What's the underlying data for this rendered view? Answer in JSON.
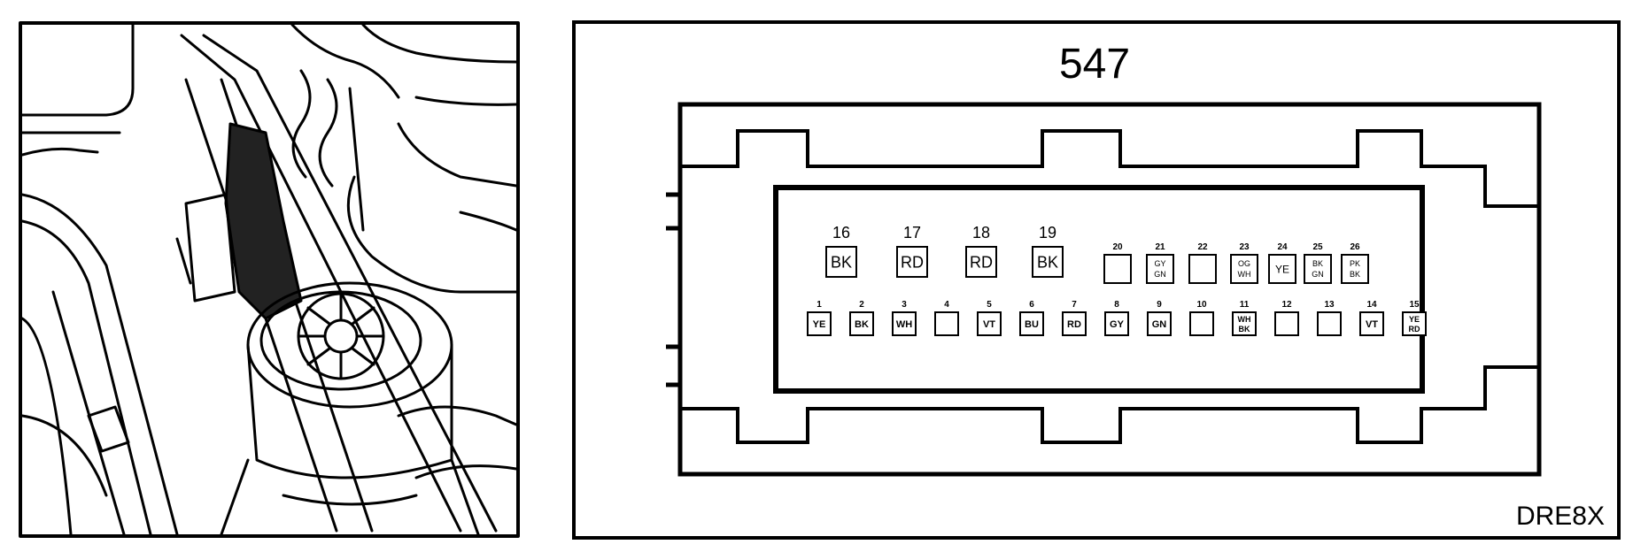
{
  "connector": {
    "number": "547",
    "code": "DRE8X"
  },
  "pins_top": [
    {
      "num": "16",
      "color": [
        "BK"
      ]
    },
    {
      "num": "17",
      "color": [
        "RD"
      ]
    },
    {
      "num": "18",
      "color": [
        "RD"
      ]
    },
    {
      "num": "19",
      "color": [
        "BK"
      ]
    },
    {
      "num": "20",
      "color": []
    },
    {
      "num": "21",
      "color": [
        "GY",
        "GN"
      ]
    },
    {
      "num": "22",
      "color": []
    },
    {
      "num": "23",
      "color": [
        "OG",
        "WH"
      ]
    },
    {
      "num": "24",
      "color": [
        "YE"
      ]
    },
    {
      "num": "25",
      "color": [
        "BK",
        "GN"
      ]
    },
    {
      "num": "26",
      "color": [
        "PK",
        "BK"
      ]
    }
  ],
  "pins_bottom": [
    {
      "num": "1",
      "color": [
        "YE"
      ]
    },
    {
      "num": "2",
      "color": [
        "BK"
      ]
    },
    {
      "num": "3",
      "color": [
        "WH"
      ]
    },
    {
      "num": "4",
      "color": []
    },
    {
      "num": "5",
      "color": [
        "VT"
      ]
    },
    {
      "num": "6",
      "color": [
        "BU"
      ]
    },
    {
      "num": "7",
      "color": [
        "RD"
      ]
    },
    {
      "num": "8",
      "color": [
        "GY"
      ]
    },
    {
      "num": "9",
      "color": [
        "GN"
      ]
    },
    {
      "num": "10",
      "color": []
    },
    {
      "num": "11",
      "color": [
        "WH",
        "BK"
      ]
    },
    {
      "num": "12",
      "color": []
    },
    {
      "num": "13",
      "color": []
    },
    {
      "num": "14",
      "color": [
        "VT"
      ]
    },
    {
      "num": "15",
      "color": [
        "YE",
        "RD"
      ]
    }
  ]
}
